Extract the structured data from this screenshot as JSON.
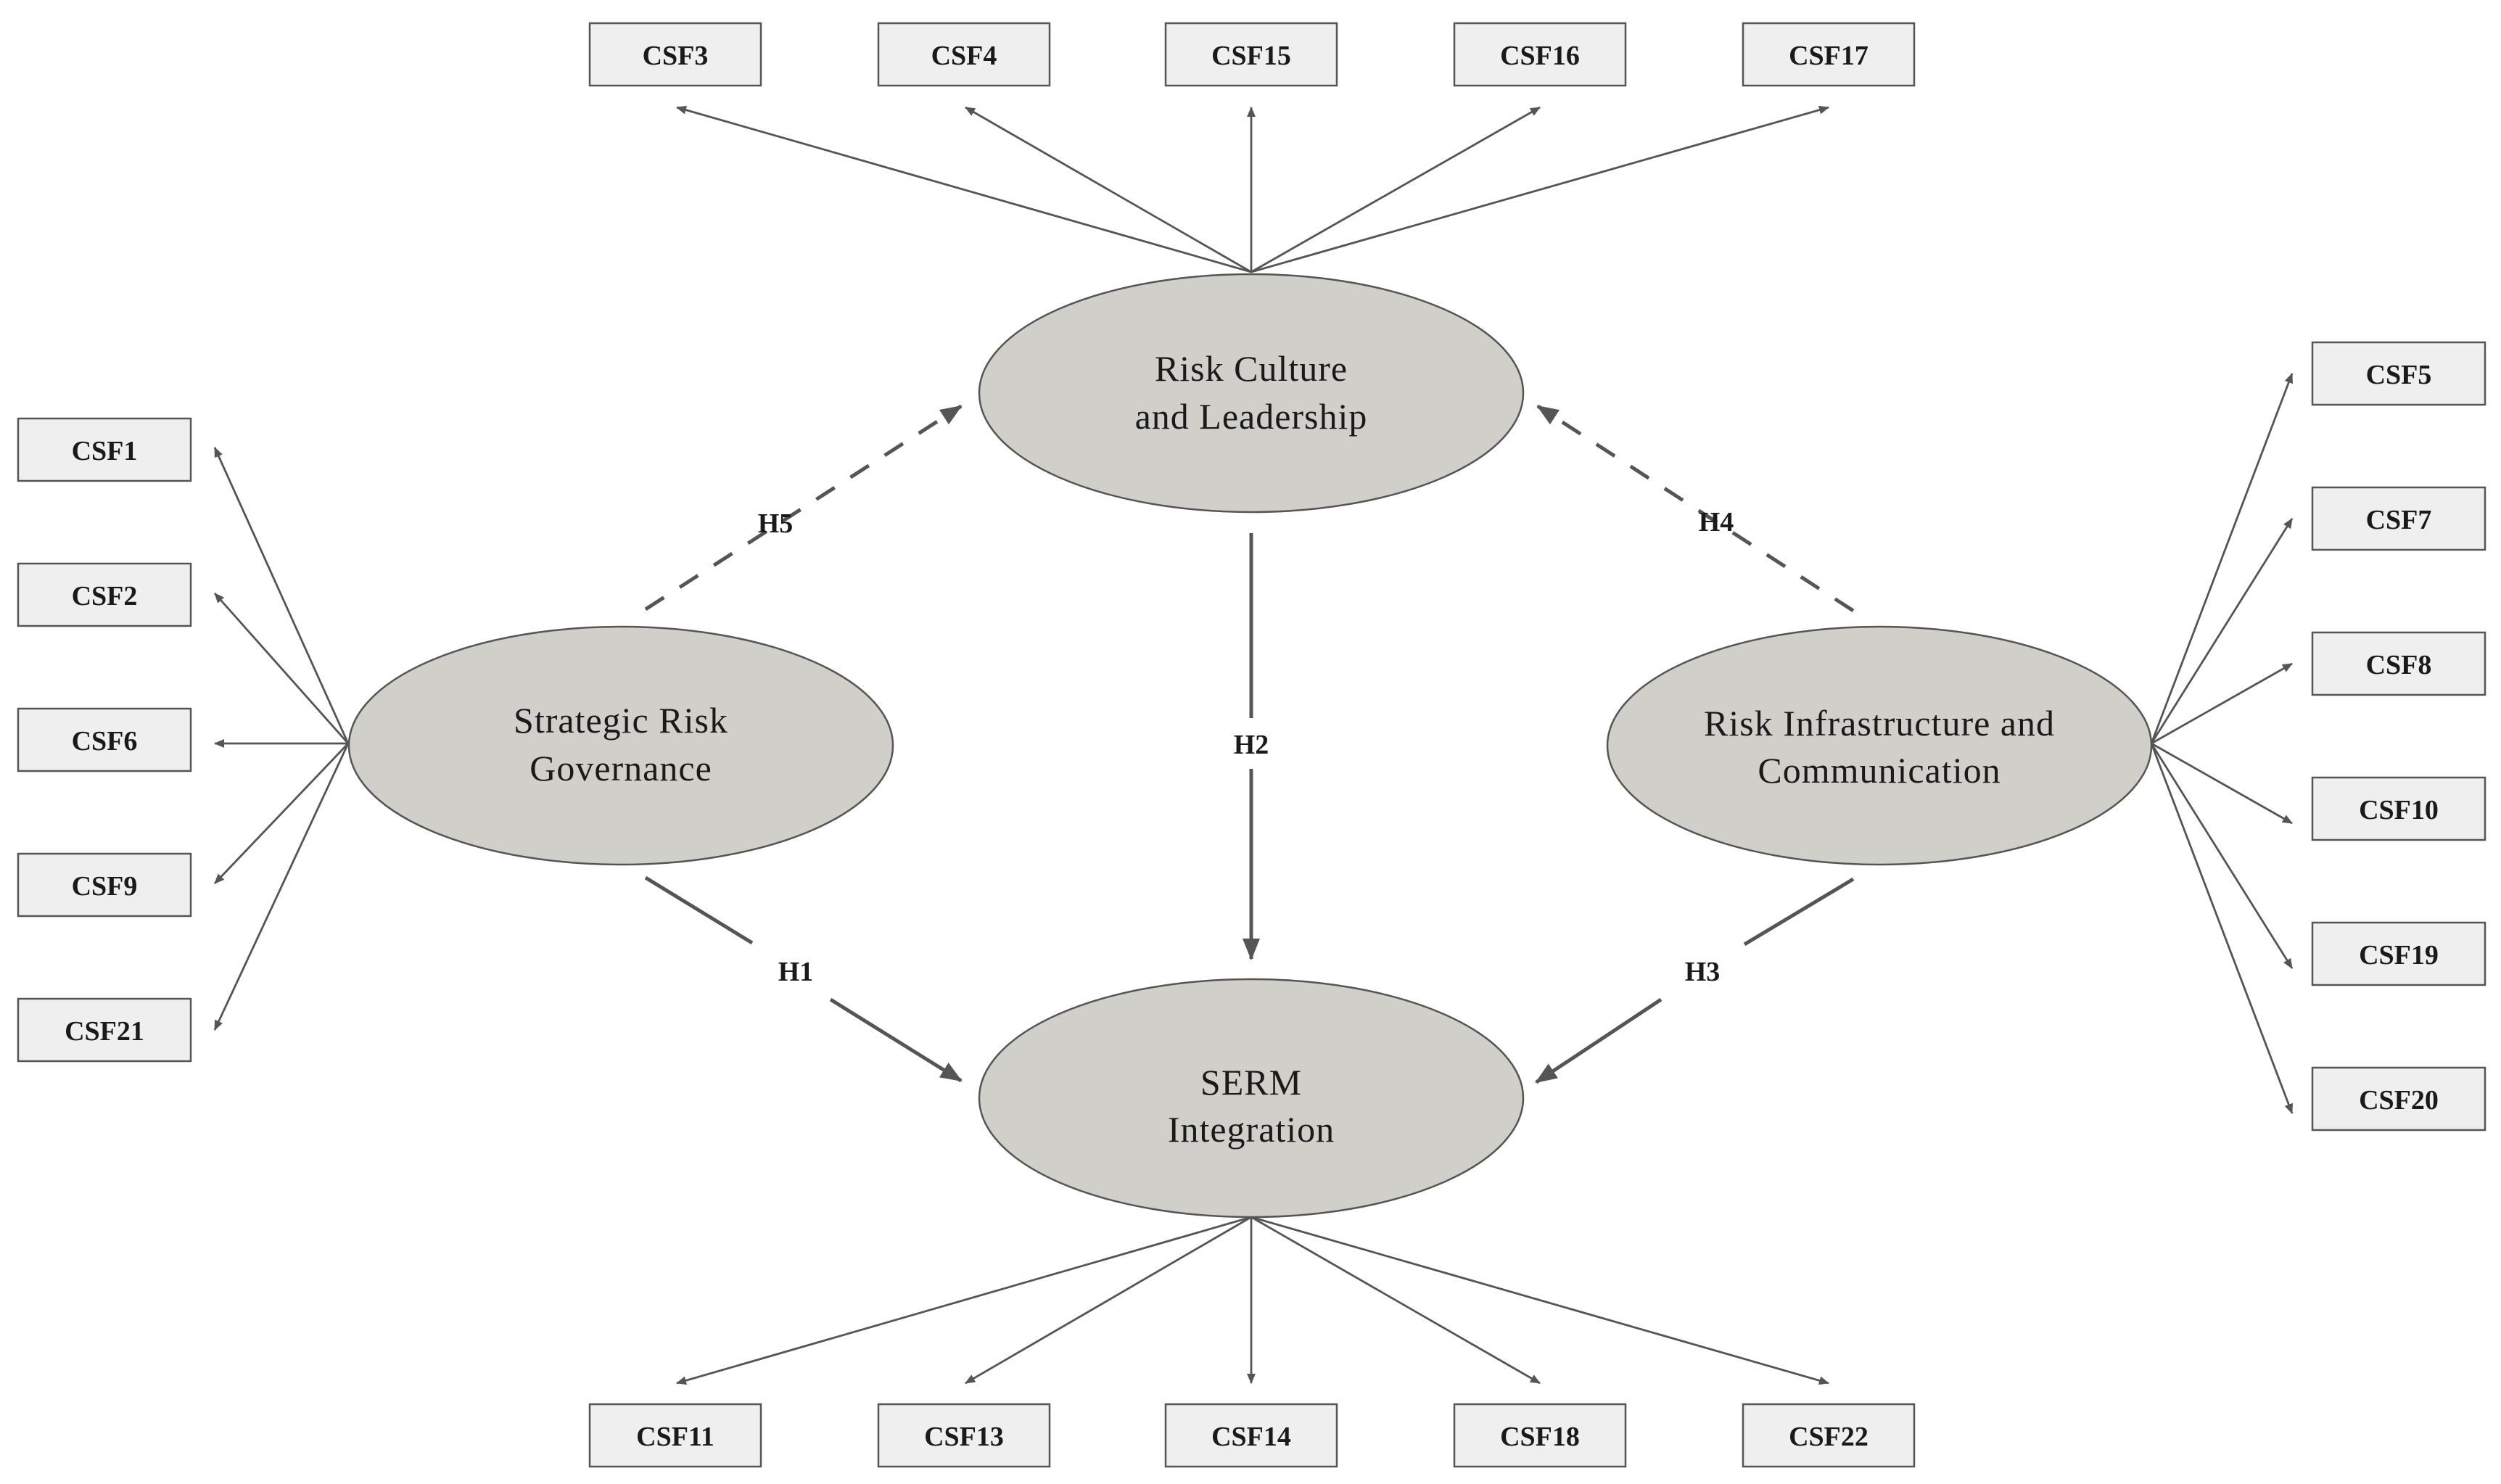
{
  "constructs": {
    "rcl": {
      "line1": "Risk Culture",
      "line2": "and Leadership"
    },
    "srg": {
      "line1": "Strategic Risk",
      "line2": "Governance"
    },
    "ric": {
      "line1": "Risk Infrastructure and",
      "line2": "Communication"
    },
    "serm": {
      "line1": "SERM",
      "line2": "Integration"
    }
  },
  "indicators": {
    "rcl": [
      "CSF3",
      "CSF4",
      "CSF15",
      "CSF16",
      "CSF17"
    ],
    "srg": [
      "CSF1",
      "CSF2",
      "CSF6",
      "CSF9",
      "CSF21"
    ],
    "ric": [
      "CSF5",
      "CSF7",
      "CSF8",
      "CSF10",
      "CSF19",
      "CSF20"
    ],
    "serm": [
      "CSF11",
      "CSF13",
      "CSF14",
      "CSF18",
      "CSF22"
    ]
  },
  "hypotheses": {
    "h1": "H1",
    "h2": "H2",
    "h3": "H3",
    "h4": "H4",
    "h5": "H5"
  },
  "colors": {
    "construct_fill": "#d0cfca",
    "box_fill": "#efefef",
    "stroke": "#555555"
  }
}
